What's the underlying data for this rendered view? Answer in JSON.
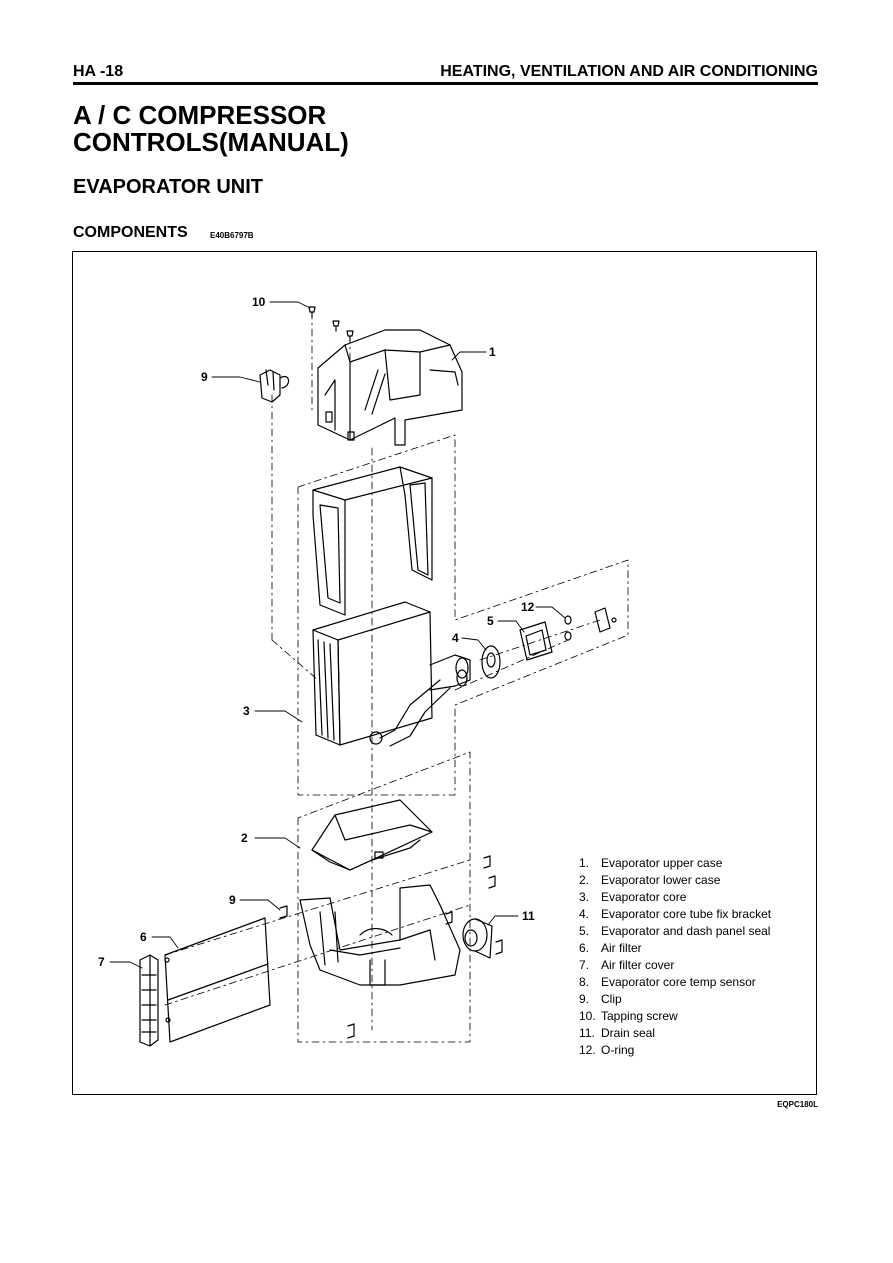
{
  "header": {
    "page_number": "HA -18",
    "section_title": "HEATING, VENTILATION AND AIR CONDITIONING"
  },
  "title": "A / C COMPRESSOR CONTROLS(MANUAL)",
  "subtitle": "EVAPORATOR UNIT",
  "components_heading": "COMPONENTS",
  "components_code": "E40B6797B",
  "figure_code": "EQPC180L",
  "callouts": {
    "c1": "1",
    "c2": "2",
    "c3": "3",
    "c4": "4",
    "c5": "5",
    "c6": "6",
    "c7": "7",
    "c9a": "9",
    "c9b": "9",
    "c10": "10",
    "c11": "11",
    "c12": "12"
  },
  "legend": [
    {
      "num": "1.",
      "text": "Evaporator upper case"
    },
    {
      "num": "2.",
      "text": "Evaporator lower case"
    },
    {
      "num": "3.",
      "text": "Evaporator core"
    },
    {
      "num": "4.",
      "text": "Evaporator core tube fix bracket"
    },
    {
      "num": "5.",
      "text": "Evaporator and dash panel seal"
    },
    {
      "num": "6.",
      "text": "Air filter"
    },
    {
      "num": "7.",
      "text": "Air filter cover"
    },
    {
      "num": "8.",
      "text": "Evaporator core temp sensor"
    },
    {
      "num": "9.",
      "text": "Clip"
    },
    {
      "num": "10.",
      "text": "Tapping screw"
    },
    {
      "num": "11.",
      "text": "Drain seal"
    },
    {
      "num": "12.",
      "text": "O-ring"
    }
  ]
}
